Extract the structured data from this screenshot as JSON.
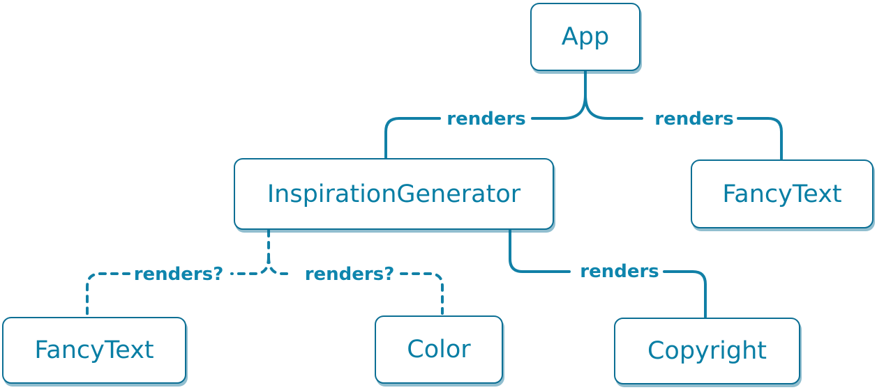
{
  "diagram": {
    "nodes": {
      "app": {
        "label": "App"
      },
      "inspiration_generator": {
        "label": "InspirationGenerator"
      },
      "fancy_text_top": {
        "label": "FancyText"
      },
      "fancy_text_bottom": {
        "label": "FancyText"
      },
      "color": {
        "label": "Color"
      },
      "copyright": {
        "label": "Copyright"
      }
    },
    "edges": [
      {
        "from": "App",
        "to": "InspirationGenerator",
        "label": "renders",
        "style": "solid"
      },
      {
        "from": "App",
        "to": "FancyText",
        "label": "renders",
        "style": "solid"
      },
      {
        "from": "InspirationGenerator",
        "to": "FancyText",
        "label": "renders?",
        "style": "dashed"
      },
      {
        "from": "InspirationGenerator",
        "to": "Color",
        "label": "renders?",
        "style": "dashed"
      },
      {
        "from": "InspirationGenerator",
        "to": "Copyright",
        "label": "renders",
        "style": "solid"
      }
    ],
    "colors": {
      "accent_text": "#087ea4",
      "line": "#1180a6",
      "node_border": "#0c6f94",
      "node_bg": "#ffffff",
      "edge_label_text": "#0e85ad"
    }
  }
}
